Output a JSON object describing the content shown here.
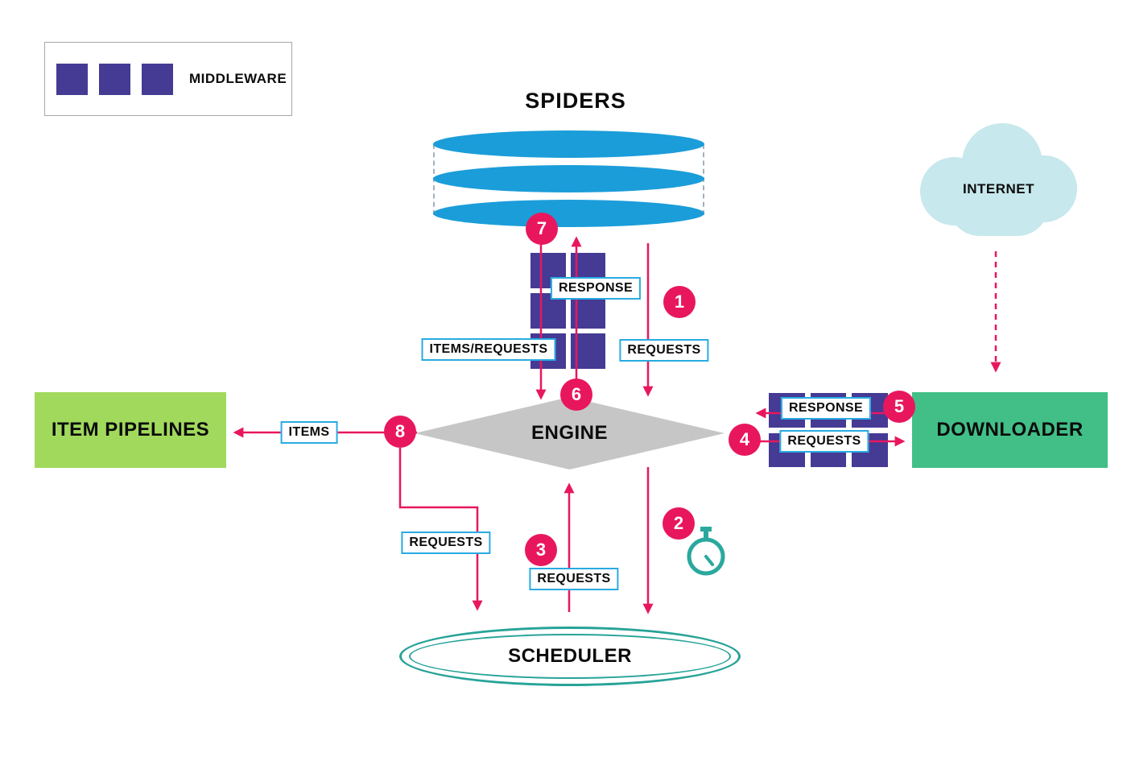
{
  "legend": {
    "label": "MIDDLEWARE"
  },
  "nodes": {
    "spiders": {
      "label": "SPIDERS"
    },
    "internet": {
      "label": "INTERNET"
    },
    "engine": {
      "label": "ENGINE"
    },
    "downloader": {
      "label": "DOWNLOADER"
    },
    "item_pipelines": {
      "label": "ITEM PIPELINES"
    },
    "scheduler": {
      "label": "SCHEDULER"
    }
  },
  "flow_labels": {
    "spider_response": "RESPONSE",
    "spider_items_requests": "ITEMS/REQUESTS",
    "spider_requests": "REQUESTS",
    "items": "ITEMS",
    "downloader_response": "RESPONSE",
    "downloader_requests": "REQUESTS",
    "scheduler_requests_in": "REQUESTS",
    "scheduler_requests_up": "REQUESTS"
  },
  "steps": {
    "s1": "1",
    "s2": "2",
    "s3": "3",
    "s4": "4",
    "s5": "5",
    "s6": "6",
    "s7": "7",
    "s8": "8"
  },
  "colors": {
    "middleware_purple": "#453A94",
    "spider_blue": "#1B9DD9",
    "arrow_pink": "#E8175D",
    "engine_gray": "#C6C6C6",
    "downloader_green": "#41BF87",
    "pipelines_green": "#A1D95D",
    "scheduler_teal": "#27A398",
    "cloud_blue": "#C7E8EC",
    "label_border_blue": "#29ABE2"
  }
}
